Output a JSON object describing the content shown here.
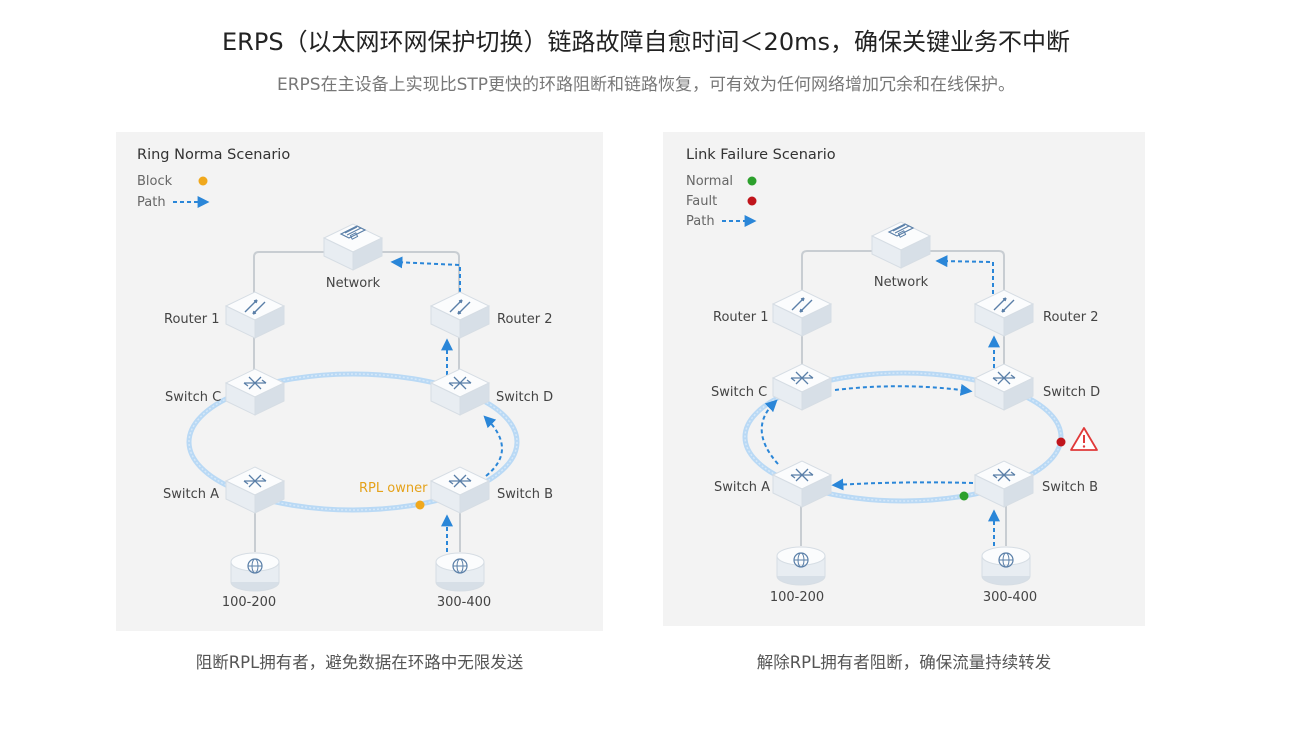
{
  "header": {
    "title": "ERPS（以太网环网保护切换）链路故障自愈时间＜20ms，确保关键业务不中断",
    "subtitle": "ERPS在主设备上实现比STP更快的环路阻断和链路恢复，可有效为任何网络增加冗余和在线保护。"
  },
  "left": {
    "title": "Ring Norma Scenario",
    "legend_block": "Block",
    "legend_path": "Path",
    "network": "Network",
    "router1": "Router 1",
    "router2": "Router 2",
    "switch_c": "Switch C",
    "switch_d": "Switch D",
    "switch_a": "Switch A",
    "switch_b": "Switch B",
    "rpl_owner": "RPL owner",
    "host1": "100-200",
    "host2": "300-400",
    "caption": "阻断RPL拥有者，避免数据在环路中无限发送"
  },
  "right": {
    "title": "Link Failure Scenario",
    "legend_normal": "Normal",
    "legend_fault": "Fault",
    "legend_path": "Path",
    "network": "Network",
    "router1": "Router 1",
    "router2": "Router 2",
    "switch_c": "Switch C",
    "switch_d": "Switch D",
    "switch_a": "Switch A",
    "switch_b": "Switch B",
    "host1": "100-200",
    "host2": "300-400",
    "caption": "解除RPL拥有者阻断，确保流量持续转发"
  },
  "colors": {
    "block": "#f0a81c",
    "normal": "#2ca02c",
    "fault": "#c0141b",
    "path": "#2a86d8",
    "ring": "#b9d9f5",
    "warning": "#e03a3a"
  }
}
